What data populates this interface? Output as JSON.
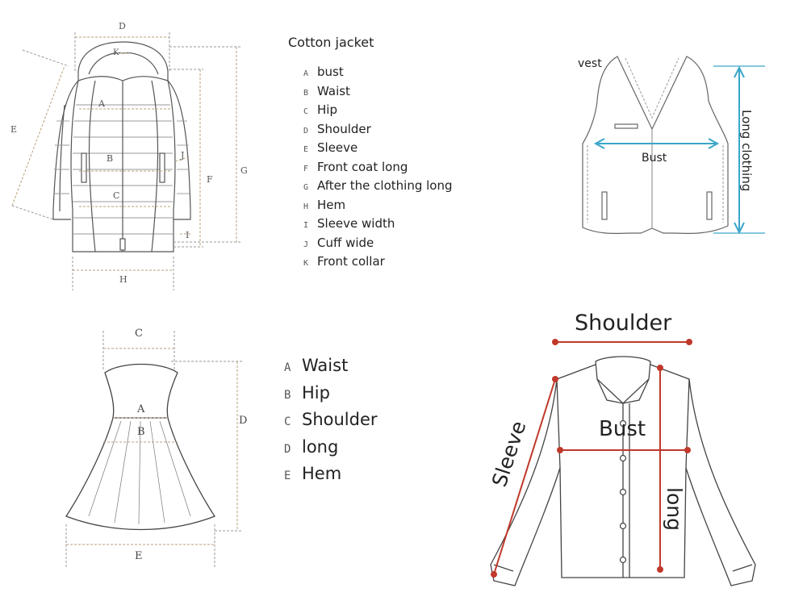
{
  "jacket": {
    "title": "Cotton jacket",
    "letters": {
      "D": "D",
      "K": "K",
      "A": "A",
      "B": "B",
      "C": "C",
      "E": "E",
      "F": "F",
      "G": "G",
      "H": "H",
      "I": "I",
      "J": "J"
    },
    "legend": [
      {
        "key": "A",
        "label": "bust"
      },
      {
        "key": "B",
        "label": "Waist"
      },
      {
        "key": "C",
        "label": "Hip"
      },
      {
        "key": "D",
        "label": "Shoulder"
      },
      {
        "key": "E",
        "label": "Sleeve"
      },
      {
        "key": "F",
        "label": "Front coat long"
      },
      {
        "key": "G",
        "label": "After the clothing long"
      },
      {
        "key": "H",
        "label": "Hem"
      },
      {
        "key": "I",
        "label": "Sleeve width"
      },
      {
        "key": "J",
        "label": "Cuff wide"
      },
      {
        "key": "K",
        "label": "Front collar"
      }
    ]
  },
  "vest": {
    "title": "vest",
    "bust_label": "Bust",
    "length_label": "Long clothing",
    "arrow_color": "#3aa6c9"
  },
  "dress": {
    "letters": {
      "A": "A",
      "B": "B",
      "C": "C",
      "D": "D",
      "E": "E"
    },
    "legend": [
      {
        "key": "A",
        "label": "Waist"
      },
      {
        "key": "B",
        "label": "Hip"
      },
      {
        "key": "C",
        "label": "Shoulder"
      },
      {
        "key": "D",
        "label": "long"
      },
      {
        "key": "E",
        "label": "Hem"
      }
    ]
  },
  "shirt": {
    "shoulder_label": "Shoulder",
    "bust_label": "Bust",
    "sleeve_label": "Sleeve",
    "long_label": "long",
    "line_color": "#c0392b"
  }
}
